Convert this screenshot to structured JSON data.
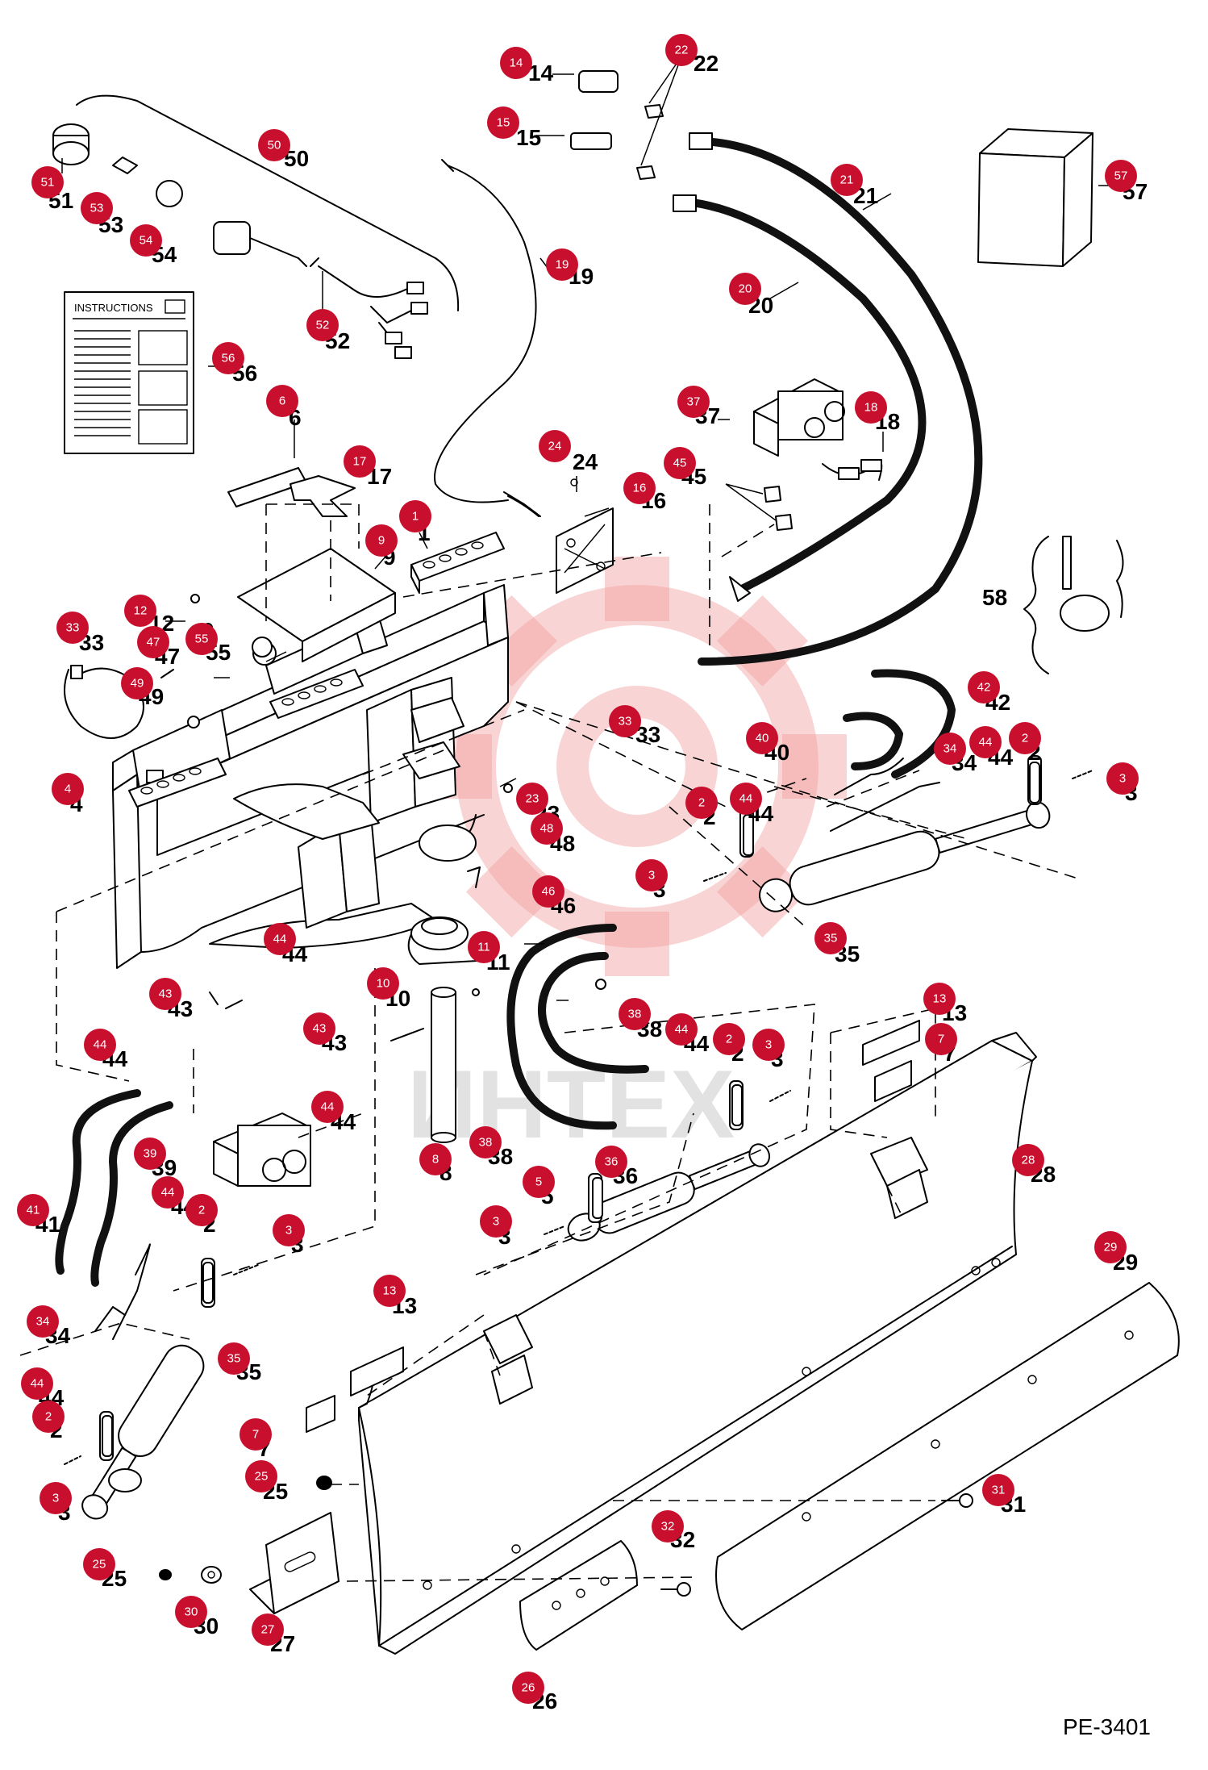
{
  "document": {
    "instructions_label": "INSTRUCTIONS",
    "diagram_code": "PE-3401",
    "watermark_text": "ИНТЕХ"
  },
  "colors": {
    "badge": "#c8102e",
    "watermark": "#f2a0a0"
  },
  "callouts": [
    {
      "id": "14",
      "label": "14"
    },
    {
      "id": "22",
      "label": "22"
    },
    {
      "id": "15",
      "label": "15"
    },
    {
      "id": "50",
      "label": "50"
    },
    {
      "id": "51",
      "label": "51"
    },
    {
      "id": "53a",
      "label": "53"
    },
    {
      "id": "54",
      "label": "54"
    },
    {
      "id": "21",
      "label": "21"
    },
    {
      "id": "57",
      "label": "57"
    },
    {
      "id": "19",
      "label": "19"
    },
    {
      "id": "20",
      "label": "20"
    },
    {
      "id": "52",
      "label": "52"
    },
    {
      "id": "56",
      "label": "56"
    },
    {
      "id": "37",
      "label": "37"
    },
    {
      "id": "18",
      "label": "18"
    },
    {
      "id": "6",
      "label": "6"
    },
    {
      "id": "24",
      "label": "24"
    },
    {
      "id": "45",
      "label": "45"
    },
    {
      "id": "17",
      "label": "17"
    },
    {
      "id": "16",
      "label": "16"
    },
    {
      "id": "1",
      "label": "1"
    },
    {
      "id": "9",
      "label": "9"
    },
    {
      "id": "58",
      "label": "58"
    },
    {
      "id": "12",
      "label": "12"
    },
    {
      "id": "33a",
      "label": "33"
    },
    {
      "id": "47",
      "label": "47"
    },
    {
      "id": "55",
      "label": "55"
    },
    {
      "id": "49",
      "label": "49"
    },
    {
      "id": "42",
      "label": "42"
    },
    {
      "id": "33b",
      "label": "33"
    },
    {
      "id": "40",
      "label": "40"
    },
    {
      "id": "34a",
      "label": "34"
    },
    {
      "id": "44a",
      "label": "44"
    },
    {
      "id": "2a",
      "label": "2"
    },
    {
      "id": "3a",
      "label": "3"
    },
    {
      "id": "4",
      "label": "4"
    },
    {
      "id": "23",
      "label": "23"
    },
    {
      "id": "2b",
      "label": "2"
    },
    {
      "id": "44b",
      "label": "44"
    },
    {
      "id": "48",
      "label": "48"
    },
    {
      "id": "3b",
      "label": "3"
    },
    {
      "id": "46",
      "label": "46"
    },
    {
      "id": "35a",
      "label": "35"
    },
    {
      "id": "44c",
      "label": "44"
    },
    {
      "id": "11",
      "label": "11"
    },
    {
      "id": "43a",
      "label": "43"
    },
    {
      "id": "10",
      "label": "10"
    },
    {
      "id": "13a",
      "label": "13"
    },
    {
      "id": "38",
      "label": "38"
    },
    {
      "id": "44d",
      "label": "44"
    },
    {
      "id": "2c",
      "label": "2"
    },
    {
      "id": "3c",
      "label": "3"
    },
    {
      "id": "7a",
      "label": "7"
    },
    {
      "id": "44e",
      "label": "44"
    },
    {
      "id": "43b",
      "label": "43"
    },
    {
      "id": "44f",
      "label": "44"
    },
    {
      "id": "8",
      "label": "8"
    },
    {
      "id": "38b",
      "label": "38"
    },
    {
      "id": "36",
      "label": "36"
    },
    {
      "id": "28",
      "label": "28"
    },
    {
      "id": "39",
      "label": "39"
    },
    {
      "id": "5",
      "label": "5"
    },
    {
      "id": "41",
      "label": "41"
    },
    {
      "id": "44g",
      "label": "44"
    },
    {
      "id": "2d",
      "label": "2"
    },
    {
      "id": "3d",
      "label": "3"
    },
    {
      "id": "3e",
      "label": "3"
    },
    {
      "id": "29",
      "label": "29"
    },
    {
      "id": "13b",
      "label": "13"
    },
    {
      "id": "34b",
      "label": "34"
    },
    {
      "id": "35b",
      "label": "35"
    },
    {
      "id": "44h",
      "label": "44"
    },
    {
      "id": "2e",
      "label": "2"
    },
    {
      "id": "7b",
      "label": "7"
    },
    {
      "id": "25a",
      "label": "25"
    },
    {
      "id": "3f",
      "label": "3"
    },
    {
      "id": "31",
      "label": "31"
    },
    {
      "id": "32",
      "label": "32"
    },
    {
      "id": "25b",
      "label": "25"
    },
    {
      "id": "30",
      "label": "30"
    },
    {
      "id": "27",
      "label": "27"
    },
    {
      "id": "26",
      "label": "26"
    }
  ],
  "plain_labels": [
    {
      "id": "58",
      "label": "58"
    }
  ]
}
